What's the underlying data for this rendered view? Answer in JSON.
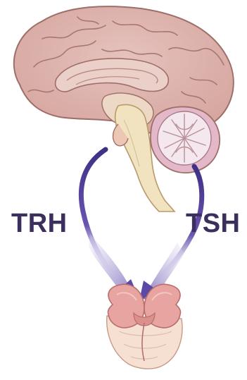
{
  "labels": {
    "left": "TRH",
    "right": "TSH"
  },
  "icons": {
    "brain": "brain-sagittal-illustration",
    "thyroid": "thyroid-gland-illustration",
    "pathway": "hormone-pathway-arrows"
  },
  "colors": {
    "label_text": "#3c2f5e",
    "arrow_purple": "#6a55b0",
    "arrow_light": "#c7bce6",
    "brain_pink": "#d9aba5",
    "brain_outline": "#9e6e68",
    "brainstem": "#f2e3c0",
    "cerebellum": "#e3b8c8",
    "thyroid_pink": "#e7a4a0",
    "thyroid_cream": "#f5e0d2"
  }
}
